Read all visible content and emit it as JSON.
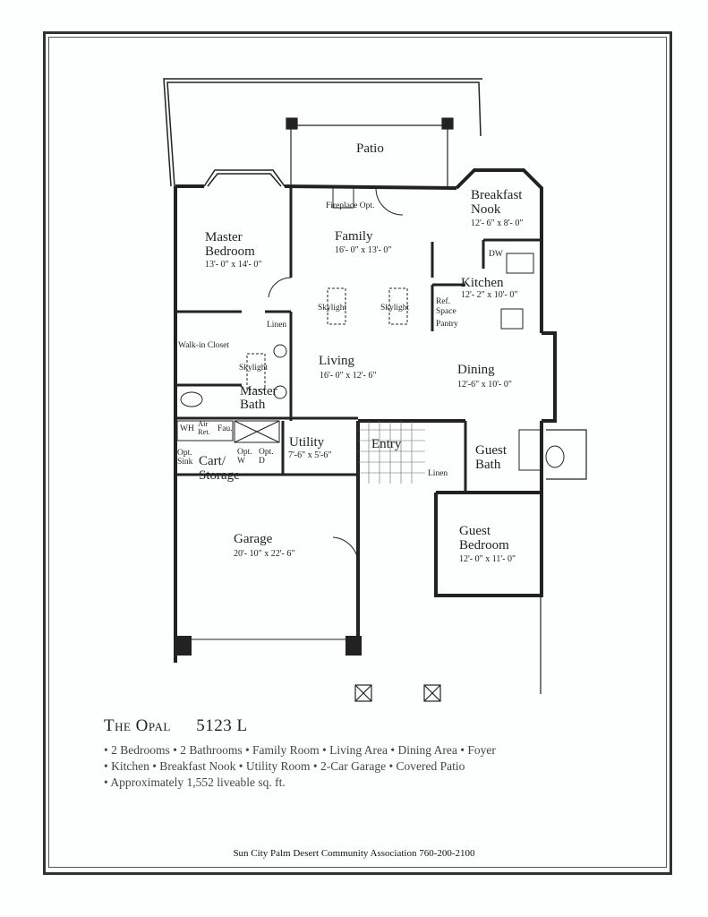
{
  "plan": {
    "name": "The Opal",
    "model": "5123 L",
    "rooms": {
      "patio": {
        "label": "Patio"
      },
      "breakfast_nook": {
        "label": "Breakfast Nook",
        "line1": "Breakfast",
        "line2": "Nook",
        "dim": "12'- 6\" x 8'- 0\""
      },
      "fireplace": {
        "label": "Fireplace Opt."
      },
      "master_bedroom": {
        "line1": "Master",
        "line2": "Bedroom",
        "dim": "13'- 0\" x 14'- 0\""
      },
      "family": {
        "label": "Family",
        "dim": "16'- 0\" x 13'- 0\""
      },
      "kitchen": {
        "label": "Kitchen",
        "dim": "12'- 2\" x 10'- 0\""
      },
      "dw": {
        "label": "DW"
      },
      "ref_space": {
        "line1": "Ref.",
        "line2": "Space"
      },
      "pantry": {
        "label": "Pantry"
      },
      "skylight_1": {
        "label": "Skylight"
      },
      "skylight_2": {
        "label": "Skylight"
      },
      "skylight_3": {
        "label": "Skylight"
      },
      "linen_1": {
        "label": "Linen"
      },
      "walk_in_closet": {
        "label": "Walk-in Closet"
      },
      "living": {
        "label": "Living",
        "dim": "16'- 0\" x 12'- 6\""
      },
      "dining": {
        "label": "Dining",
        "dim": "12'-6\" x 10'- 0\""
      },
      "master_bath": {
        "line1": "Master",
        "line2": "Bath"
      },
      "wh": {
        "label": "WH"
      },
      "air_ret": {
        "line1": "Air",
        "line2": "Ret."
      },
      "fau": {
        "label": "Fau."
      },
      "opt_sink": {
        "line1": "Opt.",
        "line2": "Sink"
      },
      "cart_storage": {
        "line1": "Cart/",
        "line2": "Storage"
      },
      "opt_w": {
        "line1": "Opt.",
        "line2": "W"
      },
      "opt_d": {
        "line1": "Opt.",
        "line2": "D"
      },
      "utility": {
        "label": "Utility",
        "dim": "7'-6\" x 5'-6\""
      },
      "entry": {
        "label": "Entry"
      },
      "guest_bath": {
        "line1": "Guest",
        "line2": "Bath"
      },
      "linen_2": {
        "label": "Linen"
      },
      "garage": {
        "label": "Garage",
        "dim": "20'- 10\" x 22'- 6\""
      },
      "guest_bedroom": {
        "line1": "Guest",
        "line2": "Bedroom",
        "dim": "12'- 0\" x 11'- 0\""
      }
    }
  },
  "title": {
    "name": "The Opal",
    "model": "5123 L"
  },
  "features": [
    "• 2 Bedrooms • 2 Bathrooms • Family Room • Living Area • Dining Area • Foyer",
    "• Kitchen • Breakfast Nook • Utility Room • 2-Car Garage • Covered Patio",
    "• Approximately 1,552 liveable sq. ft."
  ],
  "footer": "Sun City Palm Desert Community Association 760-200-2100"
}
